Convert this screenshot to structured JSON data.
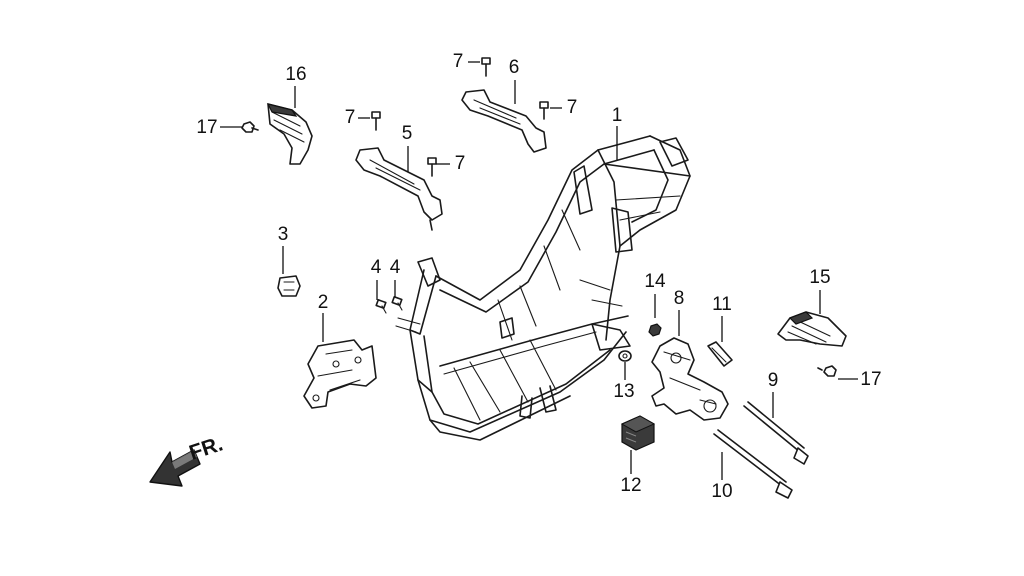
{
  "diagram": {
    "direction_label": "FR.",
    "callouts": [
      {
        "id": "c1",
        "label": "1"
      },
      {
        "id": "c2",
        "label": "2"
      },
      {
        "id": "c3",
        "label": "3"
      },
      {
        "id": "c4a",
        "label": "4"
      },
      {
        "id": "c4b",
        "label": "4"
      },
      {
        "id": "c5",
        "label": "5"
      },
      {
        "id": "c6",
        "label": "6"
      },
      {
        "id": "c7a",
        "label": "7"
      },
      {
        "id": "c7b",
        "label": "7"
      },
      {
        "id": "c7c",
        "label": "7"
      },
      {
        "id": "c7d",
        "label": "7"
      },
      {
        "id": "c8",
        "label": "8"
      },
      {
        "id": "c9",
        "label": "9"
      },
      {
        "id": "c10",
        "label": "10"
      },
      {
        "id": "c11",
        "label": "11"
      },
      {
        "id": "c12",
        "label": "12"
      },
      {
        "id": "c13",
        "label": "13"
      },
      {
        "id": "c14",
        "label": "14"
      },
      {
        "id": "c15",
        "label": "15"
      },
      {
        "id": "c16",
        "label": "16"
      },
      {
        "id": "c17a",
        "label": "17"
      },
      {
        "id": "c17b",
        "label": "17"
      }
    ]
  }
}
